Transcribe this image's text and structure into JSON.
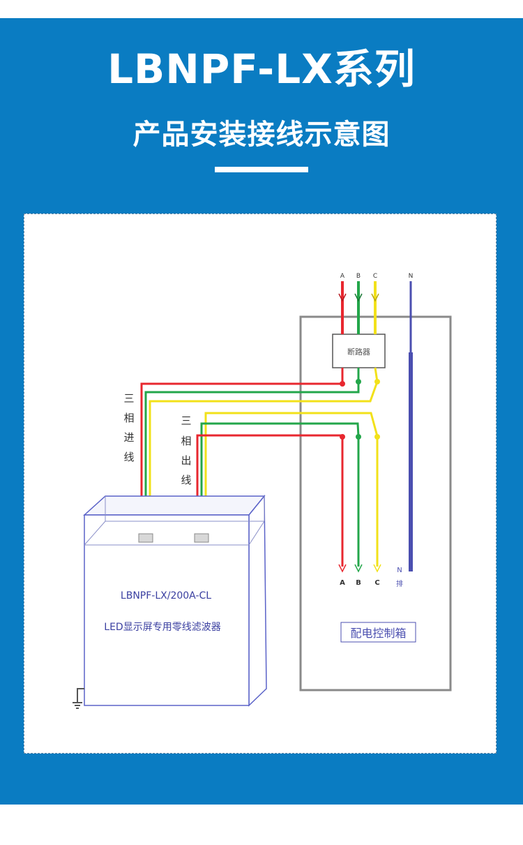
{
  "header": {
    "title": "LBNPF-LX系列",
    "subtitle": "产品安装接线示意图"
  },
  "diagram": {
    "colors": {
      "background": "#0a7cc2",
      "phase_a": "#e8272f",
      "phase_b": "#23a64a",
      "phase_c": "#f2e11a",
      "neutral": "#4b4fb0",
      "filter_outline": "#5a62c8",
      "cabinet_outline": "#8a8a8a"
    },
    "top_labels": {
      "a": "A",
      "b": "B",
      "c": "C",
      "n": "N"
    },
    "breaker_label": "断路器",
    "incoming_label": [
      "三",
      "相",
      "进",
      "线"
    ],
    "outgoing_label": [
      "三",
      "相",
      "出",
      "线"
    ],
    "filter": {
      "model": "LBNPF-LX/200A-CL",
      "description": "LED显示屏专用零线滤波器"
    },
    "bottom_labels": {
      "a": "A",
      "b": "B",
      "c": "C",
      "n": "N",
      "n_sub": "排"
    },
    "cabinet_label": "配电控制箱"
  }
}
